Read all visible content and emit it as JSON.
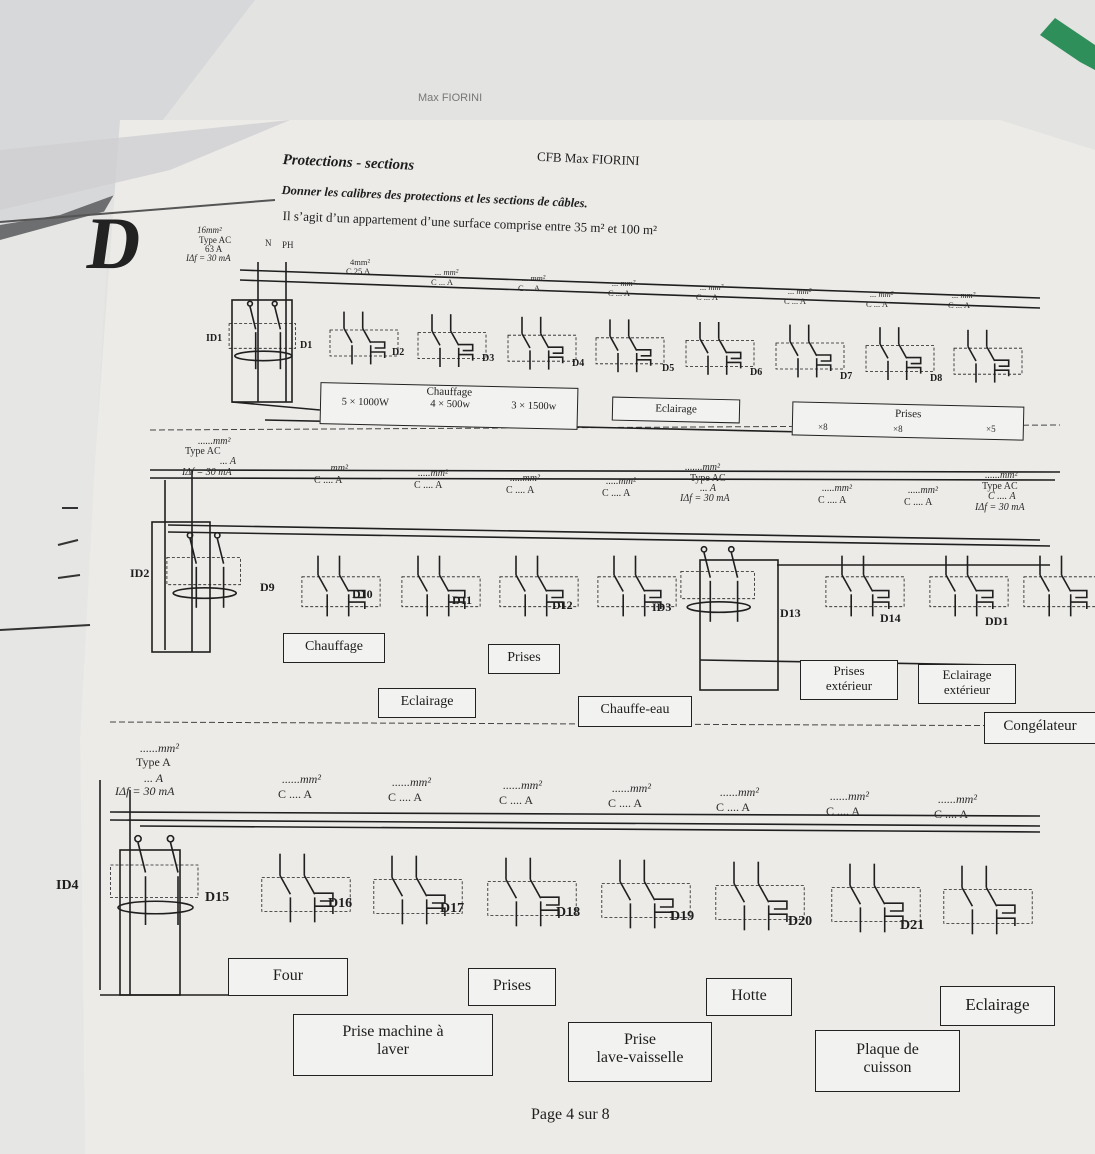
{
  "header": {
    "watermark": "Max FIORINI",
    "school": "CFB Max FIORINI",
    "title": "Protections - sections",
    "instruction": "Donner les calibres des protections et les sections de câbles.",
    "context": "Il s’agit d’un appartement d’une surface comprise entre 35 m² et 100 m²"
  },
  "big_letter": "D",
  "supply": {
    "section": "16mm²",
    "type": "Type AC",
    "rating": "63 A",
    "sensitivity": "IΔf = 30 mA",
    "n_label": "N",
    "ph_label": "PH"
  },
  "row1": {
    "id_label": "ID1",
    "d1_section": "4mm²",
    "d1_rating": "C 25 A",
    "blank_section": "... mm²",
    "blank_rating": "C ... A",
    "breakers": [
      "D1",
      "D2",
      "D3",
      "D4",
      "D5",
      "D6",
      "D7",
      "D8"
    ],
    "chauffage": "Chauffage",
    "heat_1": "5 × 1000W",
    "heat_2": "4 × 500w",
    "heat_3": "3 × 1500w",
    "eclairage": "Eclairage",
    "prises": "Prises",
    "x8a": "×8",
    "x8b": "×8",
    "x5": "×5"
  },
  "row2": {
    "id_section": "......mm²",
    "id_type": "Type AC",
    "id_rating": "... A",
    "id_sensitivity": "IΔf = 30 mA",
    "blank_section": ".....mm²",
    "blank_rating": "C .... A",
    "id_label": "ID2",
    "breakers": [
      "D9",
      "D10",
      "D11",
      "D12",
      "ID3",
      "D13",
      "D14",
      "DD1"
    ],
    "id3_section": ".......mm²",
    "id3_type": "Type AC",
    "id3_rating": "... A",
    "id3_sensitivity": "IΔf = 30 mA",
    "dd1_section": "......mm²",
    "dd1_type": "Type AC",
    "dd1_rating": "C .... A",
    "dd1_sensitivity": "IΔf = 30 mA",
    "chauffage": "Chauffage",
    "prises": "Prises",
    "eclairage": "Eclairage",
    "chauffe_eau": "Chauffe-eau",
    "prises_ext_1": "Prises",
    "prises_ext_2": "extérieur",
    "eclairage_ext_1": "Eclairage",
    "eclairage_ext_2": "extérieur",
    "congelateur": "Congélateur"
  },
  "row3": {
    "id_section": "......mm²",
    "id_type": "Type A",
    "id_rating": "... A",
    "id_sensitivity": "IΔf = 30 mA",
    "blank_section": "......mm²",
    "blank_rating": "C .... A",
    "id_label": "ID4",
    "breakers": [
      "D15",
      "D16",
      "D17",
      "D18",
      "D19",
      "D20",
      "D21"
    ],
    "four": "Four",
    "prises": "Prises",
    "hotte": "Hotte",
    "eclairage": "Eclairage",
    "machine_1": "Prise machine à",
    "machine_2": "laver",
    "lave_1": "Prise",
    "lave_2": "lave-vaisselle",
    "plaque_1": "Plaque de",
    "plaque_2": "cuisson"
  },
  "footer": {
    "page": "Page 4 sur 8"
  }
}
